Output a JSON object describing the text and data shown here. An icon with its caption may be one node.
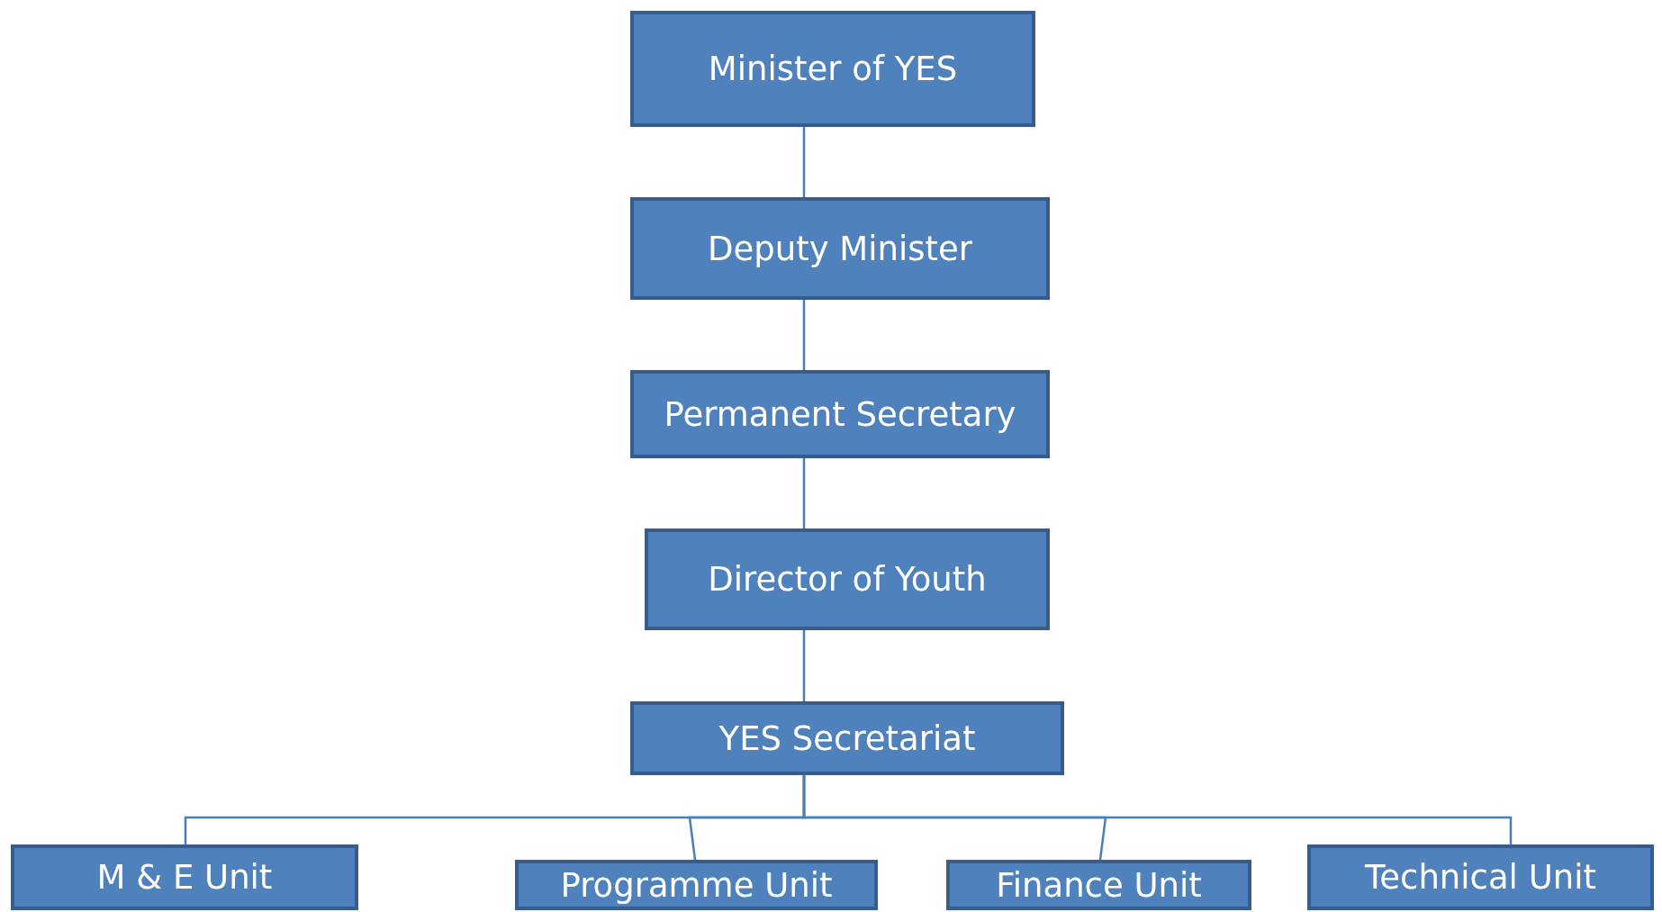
{
  "diagram": {
    "nodes": [
      {
        "text": [
          "Minister of YES"
        ]
      },
      {
        "text": [
          "Deputy Minister"
        ]
      },
      {
        "text": [
          "Permanent Secretary"
        ]
      },
      {
        "text": [
          "Director of Youth"
        ]
      },
      {
        "text": [
          "YES Secretariat"
        ]
      },
      {
        "text": [
          "M & E Unit"
        ]
      },
      {
        "text": [
          "Programme Unit"
        ]
      },
      {
        "text": [
          "Finance Unit"
        ]
      },
      {
        "text": [
          "Technical Unit"
        ]
      }
    ],
    "edges": [
      {
        "from": 0,
        "to": 1,
        "arrow": "none"
      },
      {
        "from": 1,
        "to": 2,
        "arrow": "none"
      },
      {
        "from": 2,
        "to": 3,
        "arrow": "none"
      },
      {
        "from": 3,
        "to": 4,
        "arrow": "none"
      },
      {
        "from": 4,
        "to": 5,
        "arrow": "none"
      },
      {
        "from": 4,
        "to": 6,
        "arrow": "none"
      },
      {
        "from": 4,
        "to": 7,
        "arrow": "none"
      },
      {
        "from": 4,
        "to": 8,
        "arrow": "none"
      }
    ]
  }
}
